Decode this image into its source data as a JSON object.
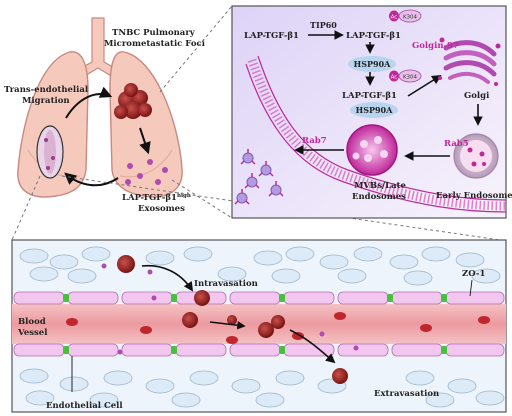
{
  "lung": {
    "title_line1": "TNBC Pulmonary",
    "title_line2": "Micrometastatic Foci",
    "migration_line1": "Trans-endothelial",
    "migration_line2": "Migration",
    "exosomes_line1": "LAP-TGF-β1",
    "exosomes_sup": "high",
    "exosomes_line2": "Exosomes"
  },
  "pathway": {
    "lap1": "LAP-TGF-β1",
    "tip60": "TIP60",
    "lap2": "LAP-TGF-β1",
    "ac1": "Ac",
    "k304_1": "K304",
    "hsp90a_1": "HSP90A",
    "lap3": "LAP-TGF-β1",
    "ac2": "Ac",
    "k304_2": "K304",
    "hsp90a_2": "HSP90A",
    "golgin": "Golgin-97",
    "golgi": "Golgi",
    "rab5": "Rab5",
    "early_endosomes": "Early Endosomes",
    "rab7": "Rab7",
    "mvbs_line1": "MVBs/Late",
    "mvbs_line2": "Endosomes"
  },
  "vessel": {
    "intravasation": "Intravasation",
    "zo1": "ZO-1",
    "blood_line1": "Blood",
    "blood_line2": "Vessel",
    "endothelial": "Endothelial Cell",
    "extravasation": "Extravasation"
  },
  "colors": {
    "panel_border": "#555555",
    "pathway_bg": "#ede8fa",
    "lung_fill": "#f6c9bd",
    "lung_stroke": "#c78a80",
    "magenta": "#c0289a",
    "hsp_blue": "#b9d4ee",
    "tumor_red": "#8e1c1c",
    "vessel_pink": "#f0a9ac",
    "endo_cell": "#f3c6f0",
    "tissue_blue": "#dcebf7",
    "junction_green": "#44c23b"
  }
}
